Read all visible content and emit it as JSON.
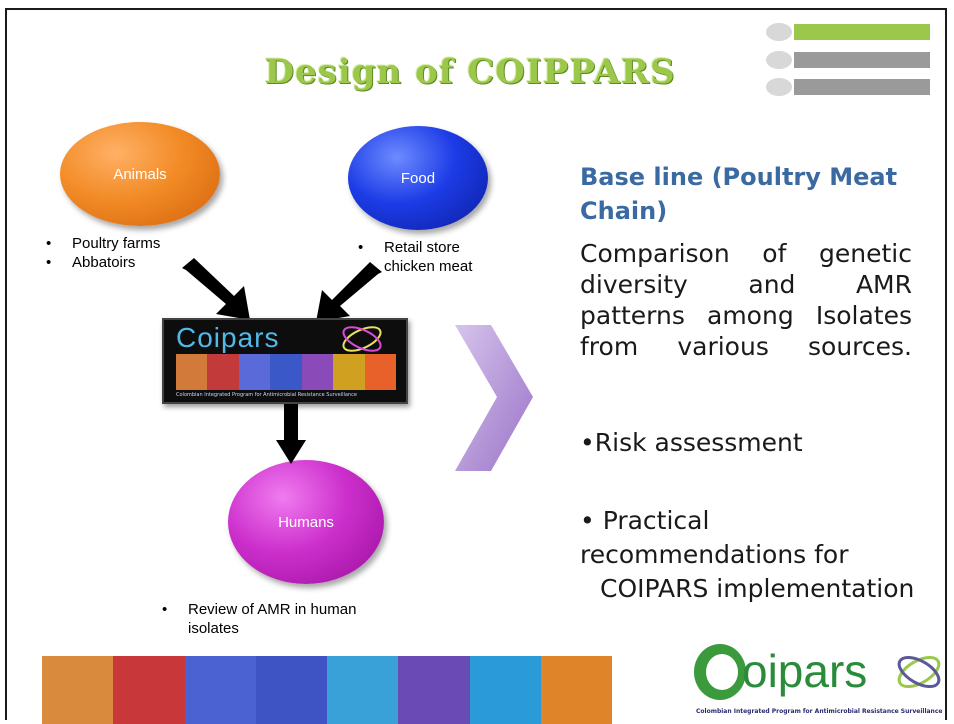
{
  "slide": {
    "title": "Design of COIPPARS"
  },
  "nodes": {
    "animals": "Animals",
    "food": "Food",
    "humans": "Humans"
  },
  "bullets": {
    "animals": [
      "Poultry farms",
      "Abbatoirs"
    ],
    "food_line1": "Retail store",
    "food_line2": "chicken meat",
    "humans_line1": "Review of  AMR in human",
    "humans_line2": "isolates"
  },
  "center_logo": {
    "word": "Coipars",
    "tagline": "Colombian Integrated Program for Antimicrobial Resistance Surveillance"
  },
  "right_panel": {
    "heading": "Base line (Poultry Meat Chain)",
    "body": "Comparison of genetic diversity and AMR patterns among Isolates from various sources.",
    "item1": "•Risk assessment",
    "item2_line1": "• Practical",
    "item2_line2": "recommendations for",
    "item2_line3": "COIPARS implementation"
  },
  "bottom_logo": {
    "word": "oipars",
    "tagline": "Colombian Integrated Program for Antimicrobial Resistance Surveillance"
  },
  "colors": {
    "title_green": "#9bc84a",
    "heading_blue": "#3a6aa1",
    "animals_orange": "#f28b26",
    "food_blue": "#1d3ce6",
    "humans_magenta": "#cc2fcc",
    "chevron_purple": "#b597d6"
  },
  "icons": [
    "down-right-arrow-icon",
    "down-left-arrow-icon",
    "down-arrow-icon",
    "chevron-right-icon"
  ]
}
